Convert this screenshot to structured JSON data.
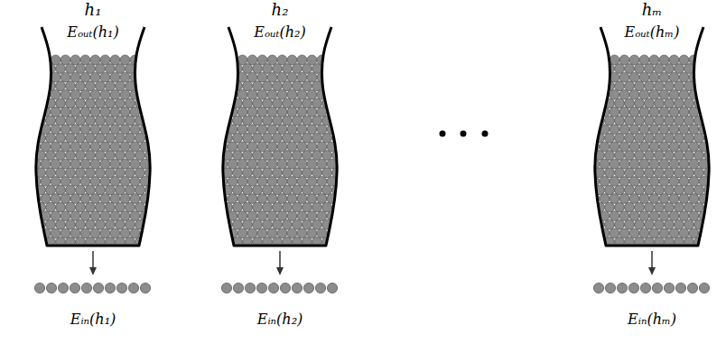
{
  "diagram": {
    "nodes": [
      {
        "text": [
          "h₁",
          "Eₒᵤₜ(h₁)"
        ]
      },
      {
        "text": [
          "Eᵢₙ(h₁)"
        ]
      },
      {
        "text": [
          "h₂",
          "Eₒᵤₜ(h₂)"
        ]
      },
      {
        "text": [
          "Eᵢₙ(h₂)"
        ]
      },
      {
        "text": [
          "hₘ",
          "Eₒᵤₜ(hₘ)"
        ]
      },
      {
        "text": [
          "Eᵢₙ(hₘ)"
        ]
      }
    ],
    "edges": [
      {
        "from": 0,
        "to": 1,
        "arrow": "to"
      },
      {
        "from": 2,
        "to": 3,
        "arrow": "to"
      },
      {
        "from": 4,
        "to": 5,
        "arrow": "to"
      }
    ]
  }
}
